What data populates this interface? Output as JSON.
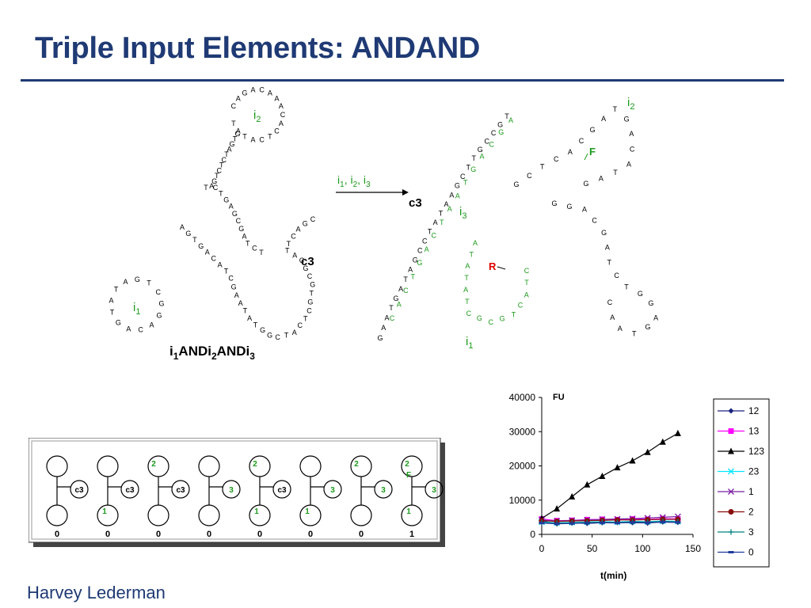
{
  "title": "Triple Input Elements: ANDAND",
  "author": "Harvey Lederman",
  "diagram": {
    "left_label_parts": [
      "i",
      "1",
      "ANDi",
      "2",
      "ANDi",
      "3"
    ],
    "arrow_label_parts": [
      "i",
      "1",
      ", i",
      "2",
      ", i",
      "3"
    ],
    "labels": {
      "i1": [
        "i",
        "1"
      ],
      "i2": [
        "i",
        "2"
      ],
      "i3": [
        "i",
        "3"
      ],
      "c3": "c3",
      "R": "R",
      "F": "F"
    },
    "left_loop_top": [
      "C",
      "A",
      "G",
      "A",
      "C",
      "A",
      "A",
      "A",
      "C",
      "A",
      "C",
      "T",
      "C",
      "A",
      "T",
      "A",
      "T"
    ],
    "left_stem_top": [
      "G",
      "T",
      "G",
      "A",
      "T",
      "C",
      "T",
      "C",
      "T",
      "G",
      "A",
      "T"
    ],
    "left_loop_bottom": [
      "C",
      "G",
      "G",
      "A",
      "C",
      "A",
      "G",
      "T",
      "A",
      "T",
      "A",
      "G",
      "T"
    ],
    "left_stem_mid": [
      "C",
      "T",
      "G",
      "A",
      "G",
      "C",
      "G",
      "A",
      "T",
      "C",
      "T"
    ],
    "left_c3_tail": [
      "A",
      "G",
      "T",
      "G",
      "A",
      "C",
      "A",
      "T",
      "C",
      "G",
      "A",
      "A",
      "T",
      "A",
      "T",
      "G",
      "G",
      "C",
      "T",
      "A",
      "C",
      "T",
      "C",
      "G",
      "T",
      "G",
      "C",
      "G",
      "C",
      "A",
      "T",
      "T",
      "C",
      "A",
      "G",
      "C"
    ],
    "right_i3_strand": [
      "T",
      "G",
      "C",
      "C",
      "G",
      "T",
      "T",
      "C",
      "G",
      "A",
      "A",
      "T",
      "A",
      "T",
      "C",
      "C",
      "G",
      "A",
      "T",
      "A",
      "G",
      "T",
      "A",
      "A",
      "G"
    ],
    "right_green_top": [
      "A",
      "G",
      "C",
      "A",
      "G",
      "T",
      "A",
      "A",
      "T",
      "C",
      "A",
      "G",
      "T",
      "C",
      "A",
      "C"
    ],
    "right_dark_loop": [
      "G",
      "C",
      "T",
      "C",
      "A",
      "C",
      "G",
      "A",
      "T",
      "G",
      "A",
      "C",
      "A",
      "T",
      "A",
      "G"
    ],
    "right_i1_strand": [
      "A",
      "T",
      "A",
      "T",
      "A",
      "T",
      "C",
      "G",
      "C",
      "G",
      "T",
      "C",
      "A",
      "T",
      "C"
    ],
    "right_bottom_loop": [
      "G",
      "G",
      "A",
      "C",
      "G",
      "A",
      "T",
      "C",
      "T",
      "G",
      "G",
      "A",
      "G",
      "T",
      "A",
      "A",
      "C"
    ]
  },
  "gate_panel": {
    "gates": [
      {
        "labels": [
          "c3"
        ],
        "output": "0"
      },
      {
        "labels": [
          "c3",
          "1"
        ],
        "output": "0"
      },
      {
        "labels": [
          "2",
          "c3"
        ],
        "output": "0"
      },
      {
        "labels": [
          "3"
        ],
        "output": "0"
      },
      {
        "labels": [
          "2",
          "c3",
          "1"
        ],
        "output": "0"
      },
      {
        "labels": [
          "3",
          "1"
        ],
        "output": "0"
      },
      {
        "labels": [
          "2",
          "3"
        ],
        "output": "0"
      },
      {
        "labels": [
          "2",
          "F",
          "3",
          "1"
        ],
        "output": "1"
      }
    ]
  },
  "chart_data": {
    "type": "line",
    "title": "",
    "ylabel": "FU",
    "xlabel": "t(min)",
    "xlim": [
      0,
      150
    ],
    "ylim": [
      0,
      40000
    ],
    "xticks": [
      "0",
      "50",
      "100",
      "150"
    ],
    "yticks": [
      "0",
      "10000",
      "20000",
      "30000",
      "40000"
    ],
    "legend_position": "right",
    "series": [
      {
        "name": "12",
        "color": "#1a237e",
        "marker": "diamond",
        "x": [
          0,
          15,
          30,
          45,
          60,
          75,
          90,
          105,
          120,
          135
        ],
        "y": [
          3900,
          3100,
          3300,
          3200,
          3400,
          3500,
          3400,
          3300,
          3600,
          3500
        ]
      },
      {
        "name": "13",
        "color": "#ff00ff",
        "marker": "square",
        "x": [
          0,
          15,
          30,
          45,
          60,
          75,
          90,
          105,
          120,
          135
        ],
        "y": [
          4500,
          4000,
          4100,
          4300,
          4400,
          4300,
          4500,
          4400,
          4600,
          4500
        ]
      },
      {
        "name": "123",
        "color": "#000000",
        "marker": "triangle",
        "x": [
          0,
          15,
          30,
          45,
          60,
          75,
          90,
          105,
          120,
          135
        ],
        "y": [
          4700,
          7500,
          11000,
          14500,
          17000,
          19500,
          21500,
          24000,
          27000,
          29500
        ]
      },
      {
        "name": "23",
        "color": "#00e5ff",
        "marker": "x",
        "x": [
          0,
          15,
          30,
          45,
          60,
          75,
          90,
          105,
          120,
          135
        ],
        "y": [
          3600,
          3400,
          3500,
          3600,
          3700,
          3600,
          3800,
          3700,
          3900,
          3800
        ]
      },
      {
        "name": "1",
        "color": "#7b1fa2",
        "marker": "x",
        "x": [
          0,
          15,
          30,
          45,
          60,
          75,
          90,
          105,
          120,
          135
        ],
        "y": [
          4200,
          3900,
          4100,
          4200,
          4400,
          4500,
          4600,
          4800,
          5000,
          5200
        ]
      },
      {
        "name": "2",
        "color": "#880e0e",
        "marker": "circle",
        "x": [
          0,
          15,
          30,
          45,
          60,
          75,
          90,
          105,
          120,
          135
        ],
        "y": [
          4000,
          3800,
          3900,
          4000,
          4100,
          4200,
          4200,
          4300,
          4400,
          4400
        ]
      },
      {
        "name": "3",
        "color": "#008080",
        "marker": "plus",
        "x": [
          0,
          15,
          30,
          45,
          60,
          75,
          90,
          105,
          120,
          135
        ],
        "y": [
          3500,
          3300,
          3400,
          3500,
          3600,
          3500,
          3700,
          3600,
          3800,
          3700
        ]
      },
      {
        "name": "0",
        "color": "#1e3a9c",
        "marker": "dash",
        "x": [
          0,
          15,
          30,
          45,
          60,
          75,
          90,
          105,
          120,
          135
        ],
        "y": [
          3300,
          3100,
          3200,
          3300,
          3400,
          3300,
          3500,
          3400,
          3600,
          3500
        ]
      }
    ]
  }
}
